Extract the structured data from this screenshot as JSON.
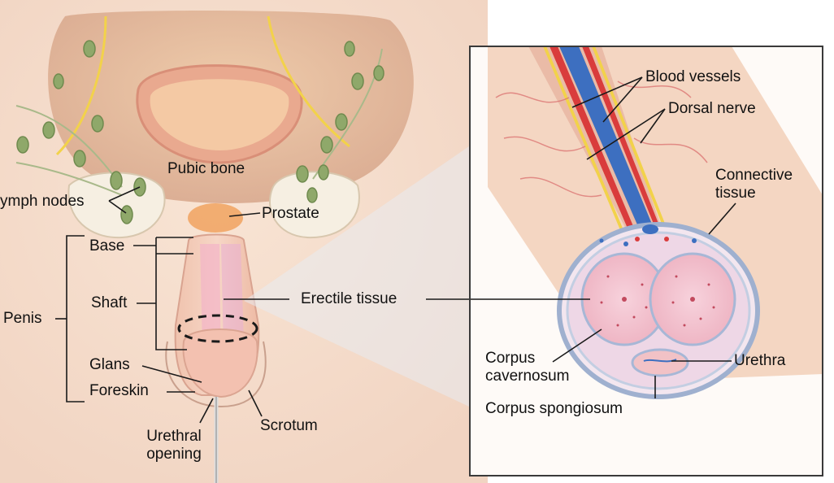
{
  "labels": {
    "lymph_nodes": "ymph nodes",
    "pubic_bone": "Pubic bone",
    "prostate": "Prostate",
    "base": "Base",
    "shaft": "Shaft",
    "penis": "Penis",
    "glans": "Glans",
    "foreskin": "Foreskin",
    "urethral_opening_line1": "Urethral",
    "urethral_opening_line2": "opening",
    "scrotum": "Scrotum",
    "erectile_tissue": "Erectile tissue",
    "blood_vessels": "Blood vessels",
    "dorsal_nerve": "Dorsal nerve",
    "connective_tissue_line1": "Connective",
    "connective_tissue_line2": "tissue",
    "corpus_cavernosum_line1": "Corpus",
    "corpus_cavernosum_line2": "cavernosum",
    "urethra": "Urethra",
    "corpus_spongiosum": "Corpus spongiosum"
  },
  "colors": {
    "skin": "#f3d3bd",
    "tissue_pink": "#f1b7c4",
    "vessel_red": "#d93c3c",
    "vessel_blue": "#3d6fc0",
    "nerve_yellow": "#f2d24a",
    "lymph_green": "#8fa86a",
    "line": "#1a1a1a",
    "frame": "#3a3a3a"
  }
}
